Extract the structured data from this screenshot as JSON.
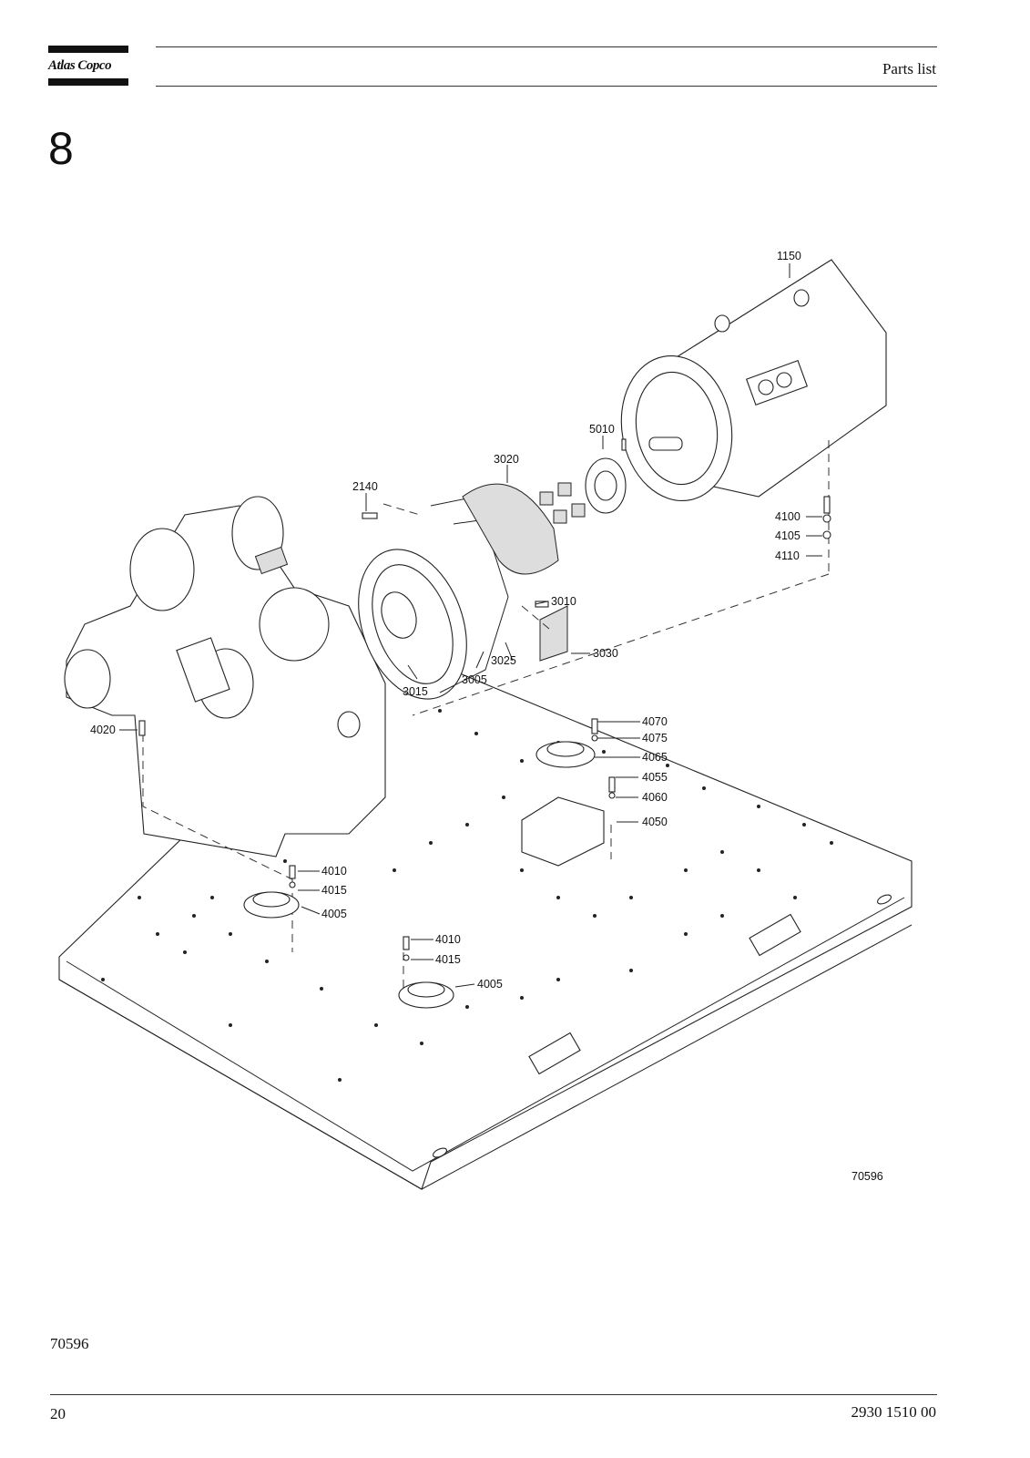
{
  "header": {
    "logo_text": "Atlas Copco",
    "title": "Parts list"
  },
  "section": {
    "number": "8"
  },
  "figure": {
    "reference_in_figure": "70596",
    "callouts": [
      {
        "id": "c1150",
        "label": "1150"
      },
      {
        "id": "c5010",
        "label": "5010"
      },
      {
        "id": "c3020",
        "label": "3020"
      },
      {
        "id": "c2140",
        "label": "2140"
      },
      {
        "id": "c4100",
        "label": "4100"
      },
      {
        "id": "c4105",
        "label": "4105"
      },
      {
        "id": "c4110",
        "label": "4110"
      },
      {
        "id": "c3010",
        "label": "3010"
      },
      {
        "id": "c3030",
        "label": "3030"
      },
      {
        "id": "c3025",
        "label": "3025"
      },
      {
        "id": "c3005",
        "label": "3005"
      },
      {
        "id": "c3015",
        "label": "3015"
      },
      {
        "id": "c4020",
        "label": "4020"
      },
      {
        "id": "c4070",
        "label": "4070"
      },
      {
        "id": "c4075",
        "label": "4075"
      },
      {
        "id": "c4065",
        "label": "4065"
      },
      {
        "id": "c4055",
        "label": "4055"
      },
      {
        "id": "c4060",
        "label": "4060"
      },
      {
        "id": "c4050",
        "label": "4050"
      },
      {
        "id": "c4010a",
        "label": "4010"
      },
      {
        "id": "c4015a",
        "label": "4015"
      },
      {
        "id": "c4005a",
        "label": "4005"
      },
      {
        "id": "c4010b",
        "label": "4010"
      },
      {
        "id": "c4015b",
        "label": "4015"
      },
      {
        "id": "c4005b",
        "label": "4005"
      }
    ]
  },
  "caption": "70596",
  "footer": {
    "page_number": "20",
    "document_number": "2930 1510 00"
  }
}
